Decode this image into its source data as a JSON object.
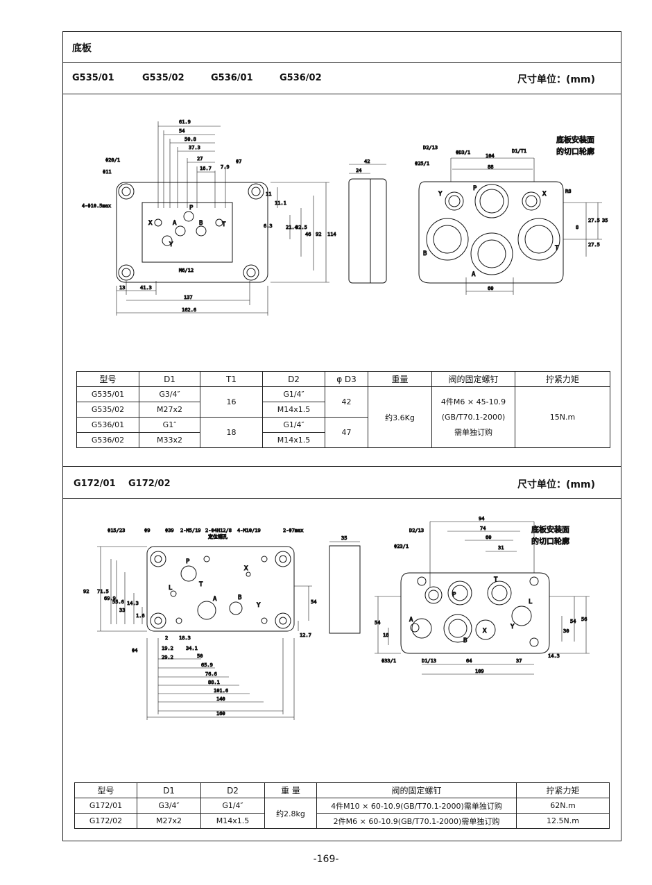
{
  "section_title": "底板",
  "section1": {
    "models": [
      "G535/01",
      "G535/02",
      "G536/01",
      "G536/02"
    ],
    "unit": "尺寸单位：(mm)"
  },
  "drawing1": {
    "front": [
      "61.9",
      "54",
      "50.8",
      "37.3",
      "27",
      "16.7",
      "7.9",
      "Φ7",
      "Φ20/1",
      "Φ11",
      "4-Φ10.5max",
      "X",
      "A",
      "P",
      "B",
      "T",
      "Y",
      "M6/12",
      "11",
      "11.1",
      "21.4",
      "32.5",
      "46",
      "92",
      "114",
      "6.3",
      "13",
      "41.3",
      "137",
      "162.6"
    ],
    "side": [
      "42",
      "24"
    ],
    "back": [
      "D2/13",
      "ΦD3/1",
      "D1/T1",
      "Φ25/1",
      "104",
      "88",
      "底板安装面",
      "的切口轮廓",
      "P",
      "Y",
      "A",
      "B",
      "T",
      "X",
      "35",
      "27.5",
      "8",
      "27.5",
      "60",
      "R8"
    ]
  },
  "table1": {
    "headers": [
      "型号",
      "D1",
      "T1",
      "D2",
      "φ D3",
      "重量",
      "阀的固定螺钉",
      "拧紧力矩"
    ],
    "rows": [
      {
        "model": "G535/01",
        "d1": "G3/4″",
        "d2": "G1/4″"
      },
      {
        "model": "G535/02",
        "d1": "M27x2",
        "d2": "M14x1.5"
      },
      {
        "model": "G536/01",
        "d1": "G1″",
        "d2": "G1/4″"
      },
      {
        "model": "G536/02",
        "d1": "M33x2",
        "d2": "M14x1.5"
      }
    ],
    "t1": [
      "16",
      "18"
    ],
    "d3": [
      "42",
      "47"
    ],
    "weight": "约3.6Kg",
    "screws": [
      "4件M6 × 45-10.9",
      "(GB/T70.1-2000)",
      "需单独订购"
    ],
    "torque": "15N.m"
  },
  "section2": {
    "models": [
      "G172/01",
      "G172/02"
    ],
    "unit": "尺寸单位：(mm)"
  },
  "drawing2": {
    "front": [
      "Φ15/23",
      "Φ9",
      "Φ39",
      "2-M5/19",
      "2-Φ4H12/8",
      "定位销孔",
      "4-M10/19",
      "2-Φ7max",
      "92",
      "71.5",
      "69.9",
      "55.6",
      "33",
      "14.3",
      "1.6",
      "Φ4",
      "2",
      "18.3",
      "19.2",
      "34.1",
      "29.2",
      "50",
      "65.9",
      "76.6",
      "88.1",
      "101.6",
      "140",
      "160",
      "L",
      "T",
      "A",
      "B",
      "X",
      "Y",
      "P",
      "54",
      "12.7"
    ],
    "side": [
      "35"
    ],
    "back": [
      "94",
      "74",
      "60",
      "31",
      "D2/13",
      "Φ23/1",
      "底板安装面",
      "的切口轮廓",
      "54",
      "18",
      "30",
      "54",
      "56",
      "14.3",
      "Φ33/1",
      "D1/13",
      "64",
      "37",
      "109",
      "P",
      "T",
      "A",
      "B",
      "X",
      "Y",
      "L"
    ]
  },
  "table2": {
    "headers": [
      "型号",
      "D1",
      "D2",
      "重 量",
      "阀的固定螺钉",
      "拧紧力矩"
    ],
    "rows": [
      {
        "model": "G172/01",
        "d1": "G3/4″",
        "d2": "G1/4″",
        "screw": "4件M10 × 60-10.9(GB/T70.1-2000)需单独订购",
        "torque": "62N.m"
      },
      {
        "model": "G172/02",
        "d1": "M27x2",
        "d2": "M14x1.5",
        "screw": "2件M6 × 60-10.9(GB/T70.1-2000)需单独订购",
        "torque": "12.5N.m"
      }
    ],
    "weight": "约2.8kg"
  },
  "page_number": "-169-"
}
